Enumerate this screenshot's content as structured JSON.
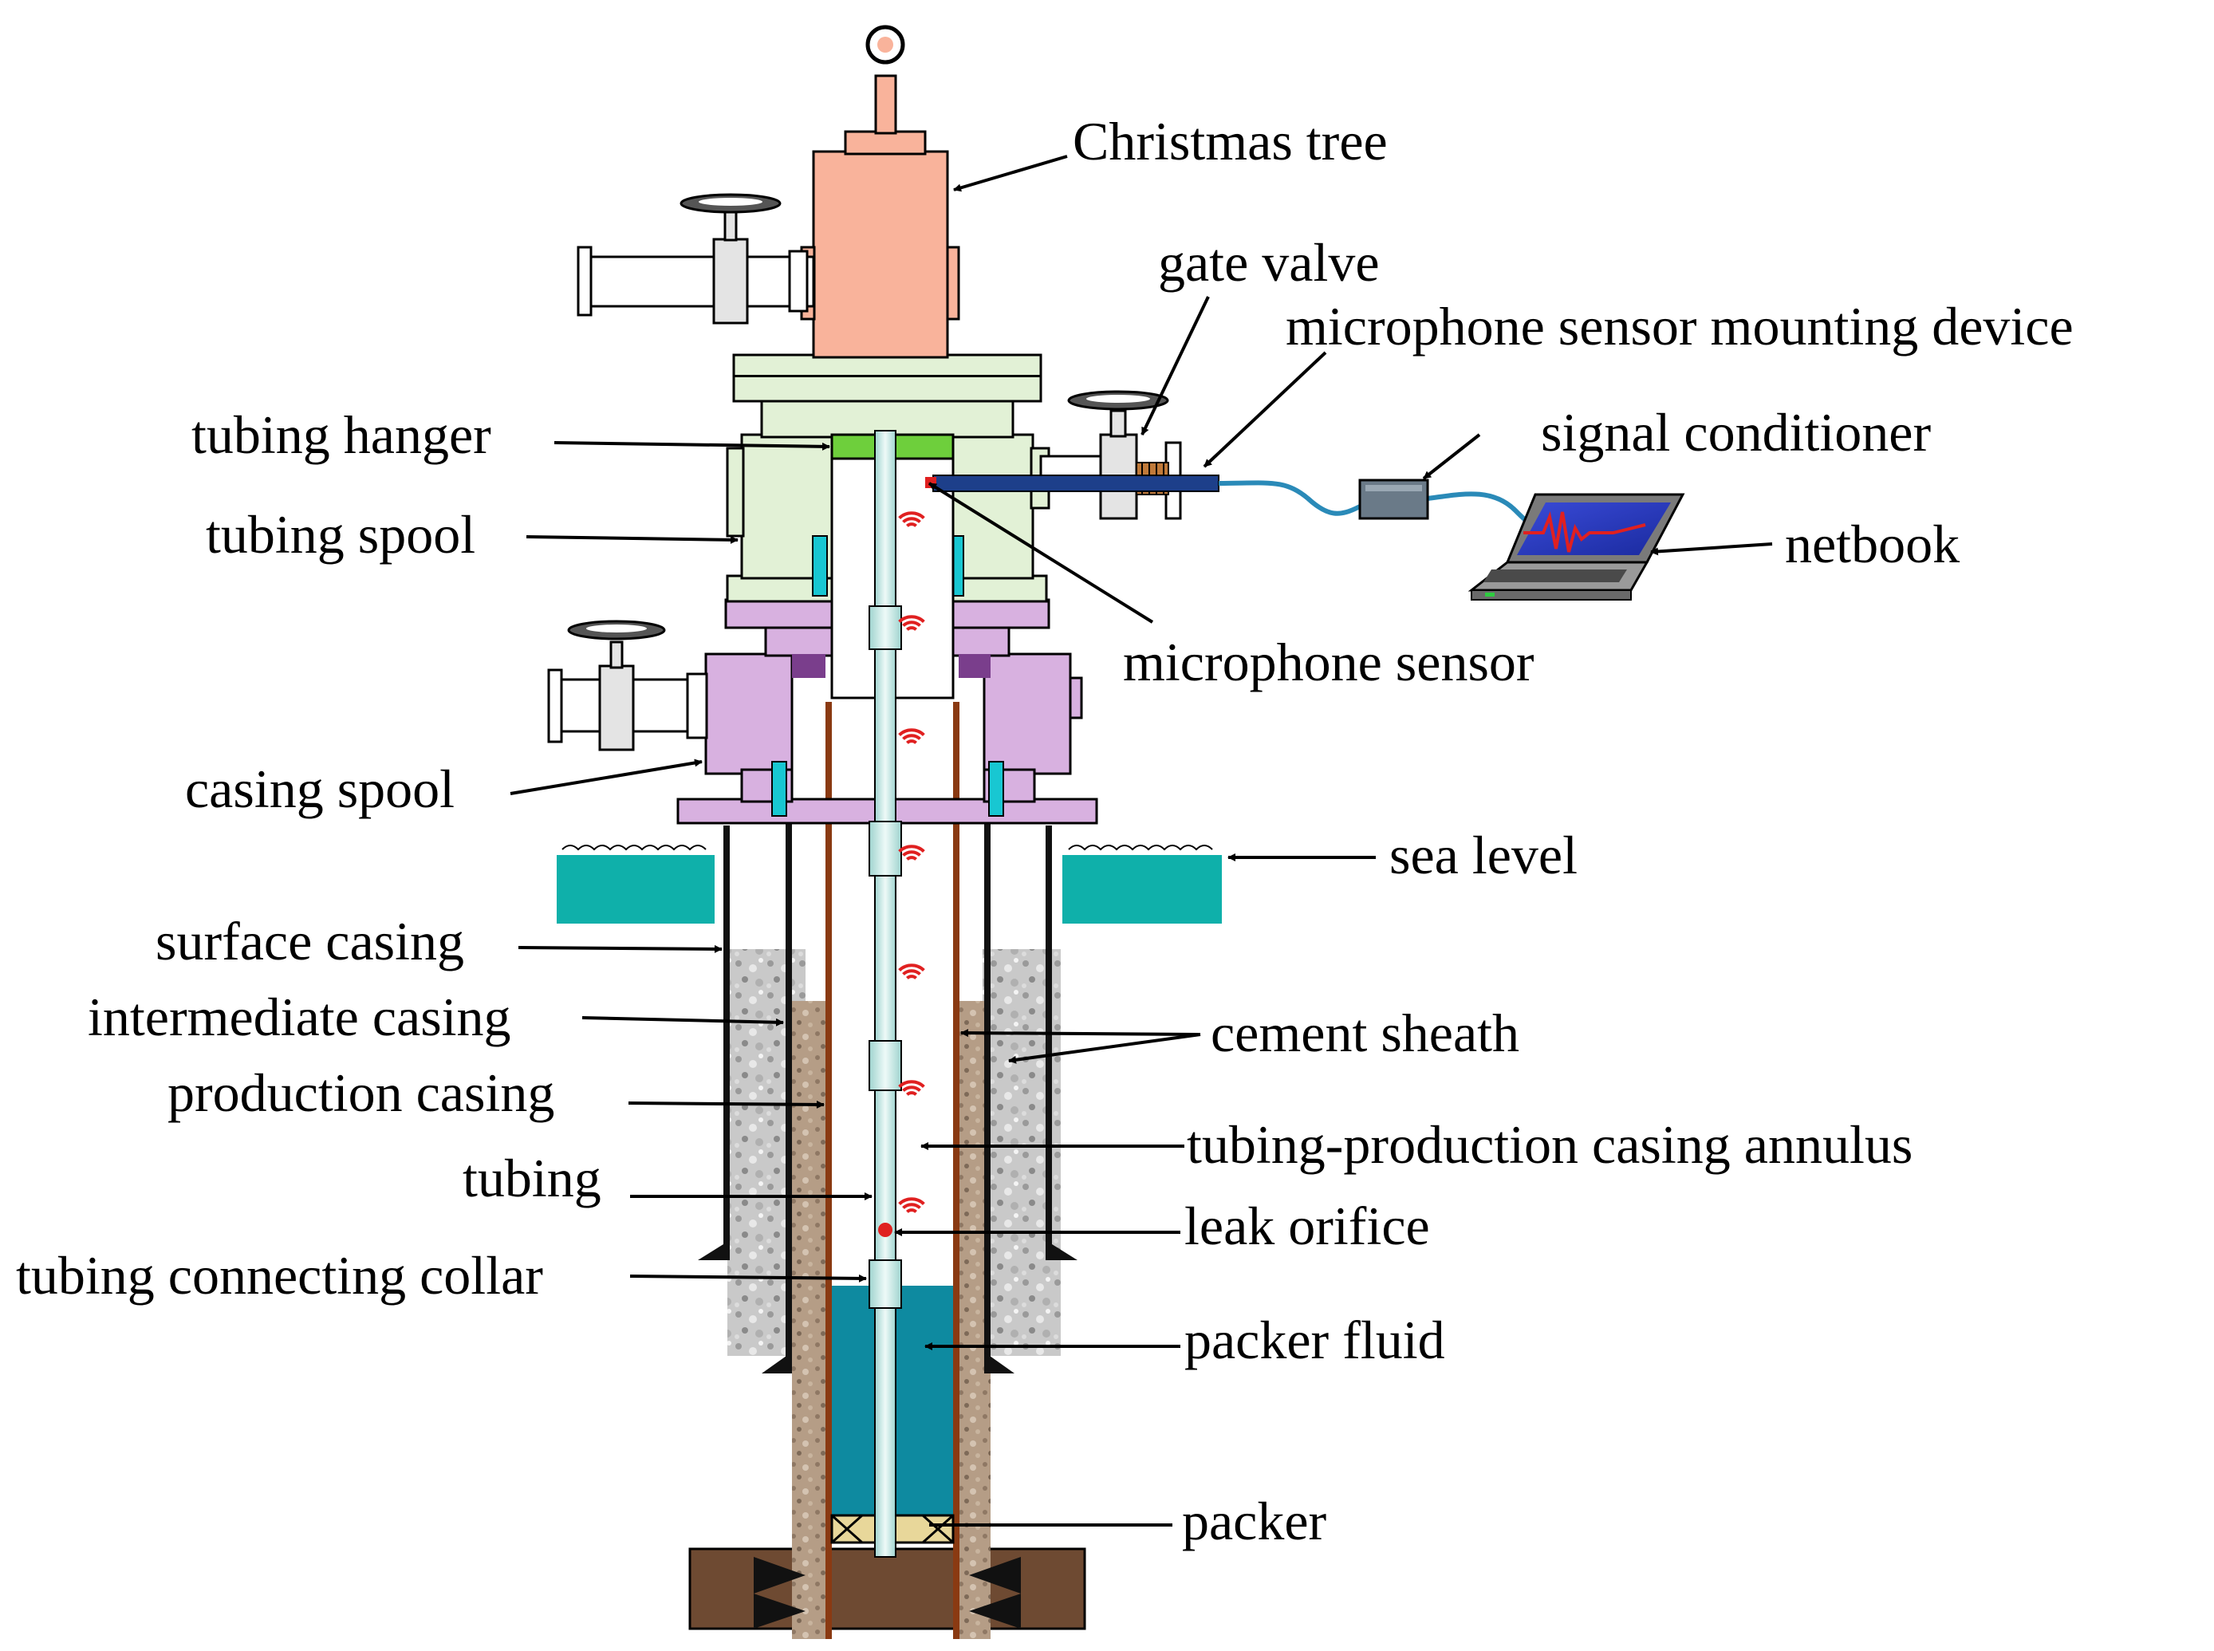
{
  "labels": {
    "christmas_tree": "Christmas tree",
    "gate_valve": "gate valve",
    "mounting_device": "microphone sensor mounting device",
    "signal_conditioner": "signal conditioner",
    "netbook": "netbook",
    "tubing_hanger": "tubing hanger",
    "tubing_spool": "tubing spool",
    "microphone_sensor": "microphone sensor",
    "casing_spool": "casing spool",
    "sea_level": "sea level",
    "surface_casing": "surface casing",
    "intermediate_casing": "intermediate casing",
    "production_casing": "production casing",
    "cement_sheath": "cement sheath",
    "tubing_production_casing_annulus": "tubing-production casing annulus",
    "tubing": "tubing",
    "leak_orifice": "leak orifice",
    "tubing_connecting_collar": "tubing connecting collar",
    "packer_fluid": "packer fluid",
    "packer": "packer"
  },
  "colors": {
    "christmas_tree": "#f9b39b",
    "spool": "#e2f1d6",
    "casing_spool": "#d8b1e0",
    "sea": "#0fb0aa",
    "packer_fluid": "#0e8aa0",
    "cement": "#c9c9c9",
    "formation_sand": "#b59d86",
    "ground": "#6e4a32",
    "tubing": "#cfe9e7",
    "sensor_rod": "#1d3f8a",
    "hanger_green": "#6ecf3c",
    "seal_cyan": "#18c7d2",
    "sound_red": "#e02020"
  },
  "icons": [
    "handwheel-icon",
    "laptop-icon",
    "sound-wave-icon",
    "leak-dot-icon"
  ]
}
